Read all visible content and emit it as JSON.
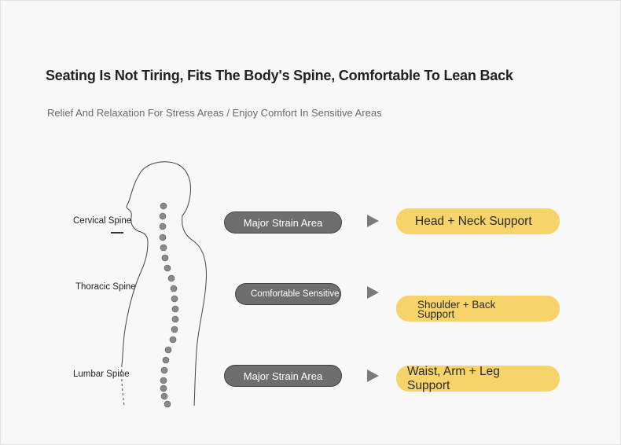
{
  "header": {
    "title": "Seating Is Not Tiring, Fits The Body's Spine, Comfortable To Lean Back",
    "subtitle": "Relief And Relaxation For Stress Areas / Enjoy Comfort In Sensitive Areas"
  },
  "spine_labels": {
    "cervical": "Cervical Spine",
    "thoracic": "Thoracic Spine",
    "lumbar": "Lumbar Spine"
  },
  "areas": {
    "top": "Major Strain Area",
    "middle": "Comfortable Sensitive",
    "bottom": "Major Strain Area"
  },
  "supports": {
    "top": "Head + Neck Support",
    "middle_line1": "Shoulder + Back",
    "middle_line2": "Support",
    "bottom_line1": "Waist, Arm + Leg",
    "bottom_line2": "Support"
  },
  "colors": {
    "background": "#f8f8f8",
    "pill": "#6e6e6e",
    "support": "#f6d46a",
    "arrow": "#7b7b7b",
    "vertebra": "#8a8a8a"
  }
}
